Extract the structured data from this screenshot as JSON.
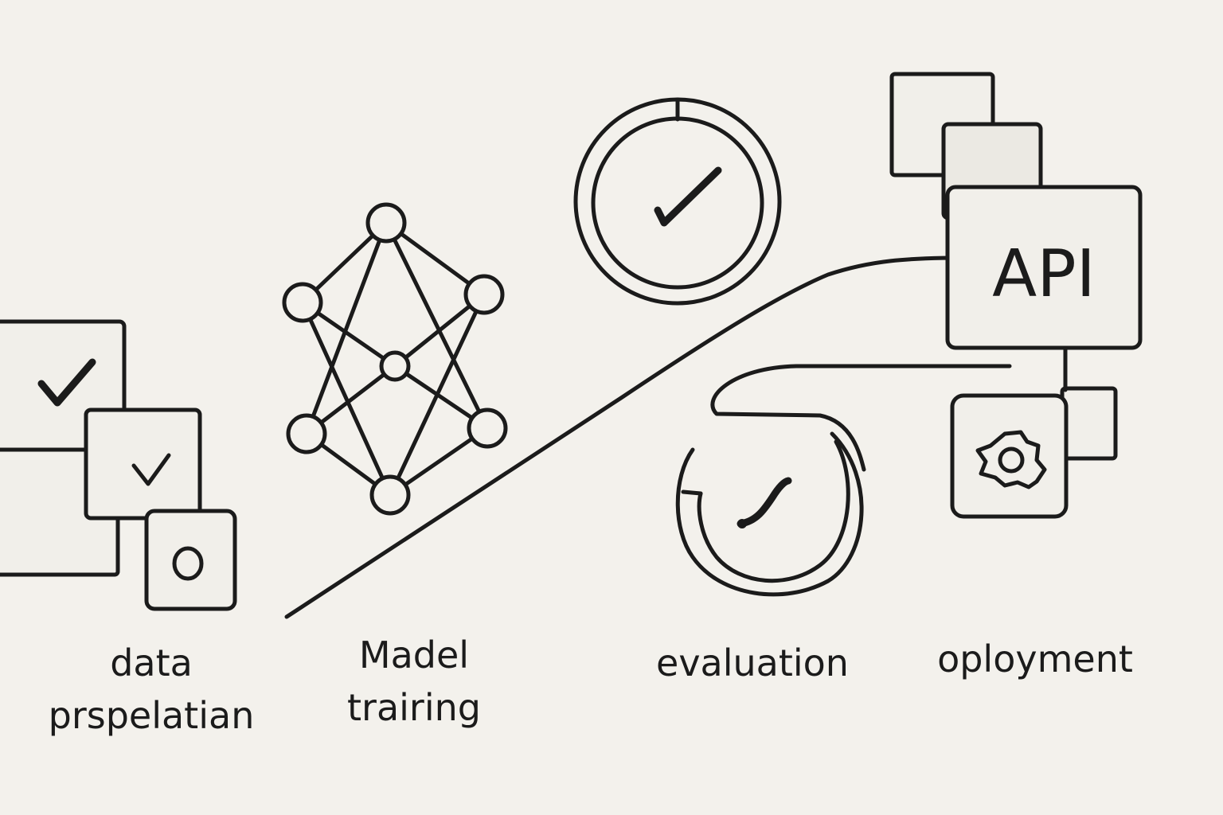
{
  "stages": [
    {
      "id": "data",
      "label_lines": [
        "data",
        "prspelatian"
      ],
      "icon": "checklist-boxes-icon"
    },
    {
      "id": "training",
      "label_lines": [
        "Madel",
        "trairing"
      ],
      "icon": "neural-network-icon"
    },
    {
      "id": "evaluation",
      "label_lines": [
        "evaluation"
      ],
      "icon": "checkmark-circle-icon"
    },
    {
      "id": "deployment",
      "label_lines": [
        "oployment"
      ],
      "icon": "gear-icon"
    }
  ],
  "deployment_box": {
    "text": "API"
  },
  "colors": {
    "ink": "#1b1b1b",
    "paper": "#f3f1ec"
  }
}
